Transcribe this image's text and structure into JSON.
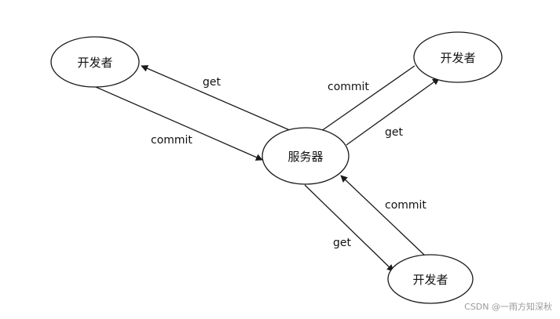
{
  "diagram": {
    "nodes": {
      "dev_top_left": "开发者",
      "dev_top_right": "开发者",
      "server": "服务器",
      "dev_bottom": "开发者"
    },
    "edges": {
      "server_to_top_left": "get",
      "top_left_to_server": "commit",
      "top_right_to_server": "commit",
      "server_to_top_right": "get",
      "bottom_to_server": "commit",
      "server_to_bottom": "get"
    }
  },
  "watermark": "CSDN @一雨方知深秋"
}
